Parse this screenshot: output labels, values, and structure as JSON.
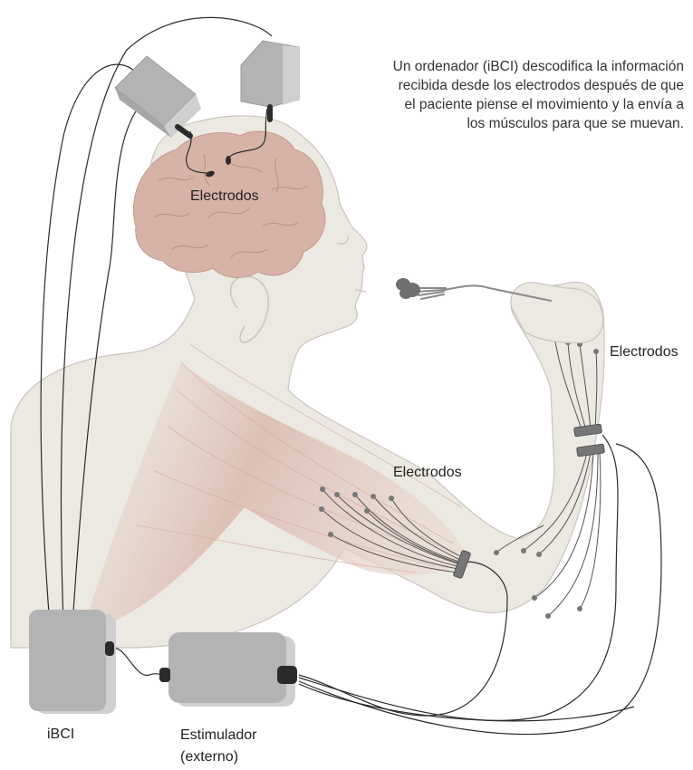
{
  "caption": {
    "lines": [
      "Un ordenador (iBCI) descodifica la información",
      "recibida desde los electrodos después de que",
      "el paciente piense el movimiento y la envía a",
      "los músculos para que se muevan."
    ]
  },
  "labels": {
    "electrodes_brain": "Electrodos",
    "electrodes_forearm": "Electrodos",
    "electrodes_shoulder": "Electrodos",
    "ibci": "iBCI",
    "stimulator_line1": "Estimulador",
    "stimulator_line2": "(externo)"
  },
  "colors": {
    "skin": "#ece9e2",
    "skin_outline": "#c9c5bc",
    "brain": "#d7b3a7",
    "muscle": "#dcbcb0",
    "device": "#b3b3b3",
    "device_shadow": "#cfcfcf",
    "wire": "#2b2b2b",
    "electrode": "#777777"
  }
}
